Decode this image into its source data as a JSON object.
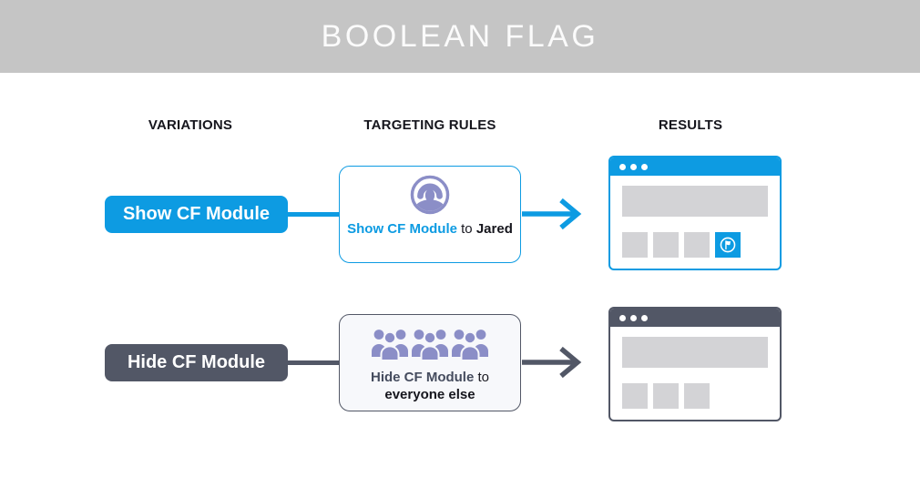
{
  "banner": {
    "title": "BOOLEAN FLAG"
  },
  "columns": [
    {
      "id": "variations",
      "label": "VARIATIONS"
    },
    {
      "id": "targeting_rules",
      "label": "TARGETING RULES"
    },
    {
      "id": "results",
      "label": "RESULTS"
    }
  ],
  "colors": {
    "accent_blue": "#0d9be2",
    "dark_slate": "#525766",
    "icon_purple": "#8b8ec7",
    "banner_gray": "#c5c5c5",
    "placeholder_gray": "#d3d3d6"
  },
  "rows": [
    {
      "variation": "Show CF Module",
      "rule": {
        "flag": "Show CF Module",
        "connector": "to",
        "audience": "Jared",
        "icon": "single-user-headset-icon"
      },
      "result": {
        "window_style": "blue",
        "placeholder_modules": 3,
        "flag_module_visible": true
      }
    },
    {
      "variation": "Hide CF Module",
      "rule": {
        "flag": "Hide CF Module",
        "connector": "to",
        "audience": "everyone else",
        "icon": "crowd-icon"
      },
      "result": {
        "window_style": "dark",
        "placeholder_modules": 3,
        "flag_module_visible": false
      }
    }
  ]
}
